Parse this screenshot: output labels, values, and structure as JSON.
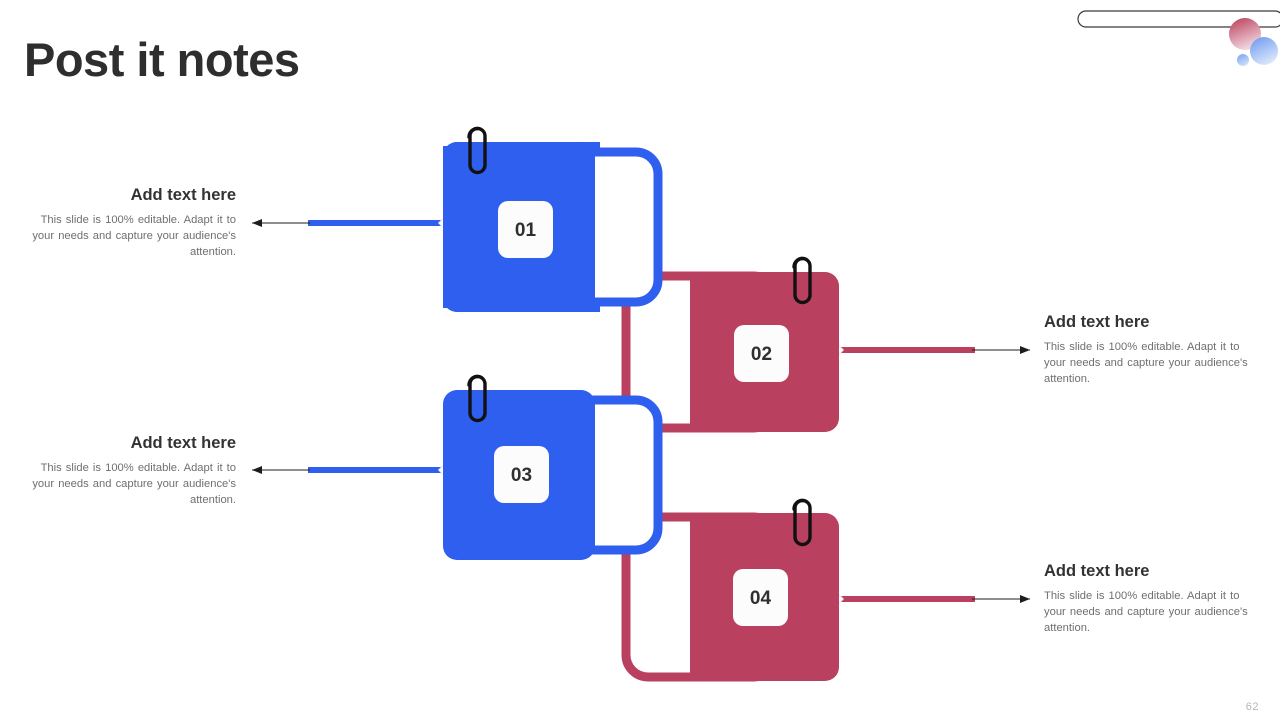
{
  "slide": {
    "title": "Post it notes",
    "page_number": "62",
    "background": "#ffffff"
  },
  "theme": {
    "blue": "#2f5fee",
    "crimson": "#b9405f",
    "title_color": "#2e2e2e",
    "body_color": "#6f6f6f",
    "heading_color": "#333333",
    "badge_bg": "#fcfcfc",
    "clip_color": "#111111",
    "arrow_color": "#1d1d1d",
    "page_number_color": "#b6b6b6"
  },
  "decor": {
    "pill_outline": "pill-outline-shape",
    "circle_large_red": "#c04a63",
    "circle_large_blue": "#6f9af0",
    "circle_small_blue": "#6f9af0"
  },
  "notes": [
    {
      "id": "01",
      "number": "01",
      "color": "#2f5fee",
      "side": "left",
      "clip": "paperclip-icon",
      "heading": "Add text here",
      "body": "This slide is 100% editable. Adapt it to your needs and capture your audience's attention."
    },
    {
      "id": "02",
      "number": "02",
      "color": "#b9405f",
      "side": "right",
      "clip": "paperclip-icon",
      "heading": "Add text here",
      "body": "This slide is 100% editable. Adapt it to your needs and capture your audience's attention."
    },
    {
      "id": "03",
      "number": "03",
      "color": "#2f5fee",
      "side": "left",
      "clip": "paperclip-icon",
      "heading": "Add text here",
      "body": "This slide is 100% editable. Adapt it to your needs and capture your audience's attention."
    },
    {
      "id": "04",
      "number": "04",
      "color": "#b9405f",
      "side": "right",
      "clip": "paperclip-icon",
      "heading": "Add text here",
      "body": "This slide is 100% editable. Adapt it to your needs and capture your audience's attention."
    }
  ]
}
